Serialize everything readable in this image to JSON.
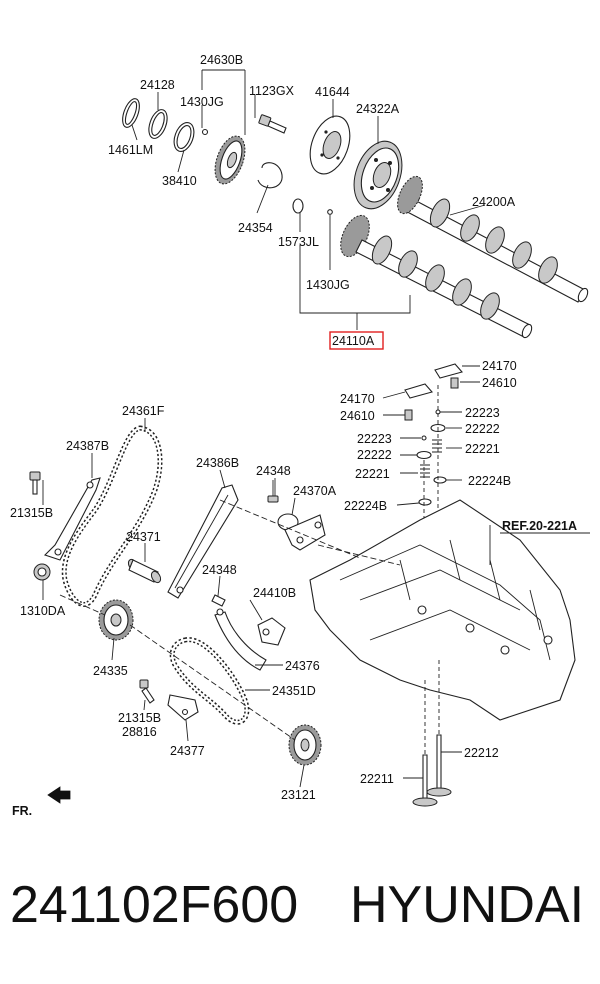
{
  "labels": {
    "p24630B": "24630B",
    "p24128": "24128",
    "p1430JG_a": "1430JG",
    "p1123GX": "1123GX",
    "p41644": "41644",
    "p24322A": "24322A",
    "p1461LM": "1461LM",
    "p38410": "38410",
    "p24200A": "24200A",
    "p24354": "24354",
    "p1573JL": "1573JL",
    "p1430JG_b": "1430JG",
    "p24110A": "24110A",
    "p24170_a": "24170",
    "p24610_a": "24610",
    "p24170_b": "24170",
    "p22223_a": "22223",
    "p24610_b": "24610",
    "p22222_a": "22222",
    "p22223_b": "22223",
    "p22221_a": "22221",
    "p22222_b": "22222",
    "p22221_b": "22221",
    "p22224B_a": "22224B",
    "p22224B_b": "22224B",
    "p24361F": "24361F",
    "p24387B": "24387B",
    "p24386B": "24386B",
    "p24348_a": "24348",
    "p24370A": "24370A",
    "p21315B_a": "21315B",
    "p24371": "24371",
    "pREF": "REF.20-221A",
    "p1310DA": "1310DA",
    "p24348_b": "24348",
    "p24410B": "24410B",
    "p24335": "24335",
    "p24376": "24376",
    "p24351D": "24351D",
    "p21315B_b": "21315B",
    "p28816": "28816",
    "p24377": "24377",
    "p22212": "22212",
    "p22211": "22211",
    "p23121": "23121",
    "pFR": "FR."
  },
  "caption": {
    "part_number": "241102F600",
    "brand": "HYUNDAI"
  },
  "colors": {
    "highlight_box": "#e02020",
    "ink": "#111111"
  }
}
